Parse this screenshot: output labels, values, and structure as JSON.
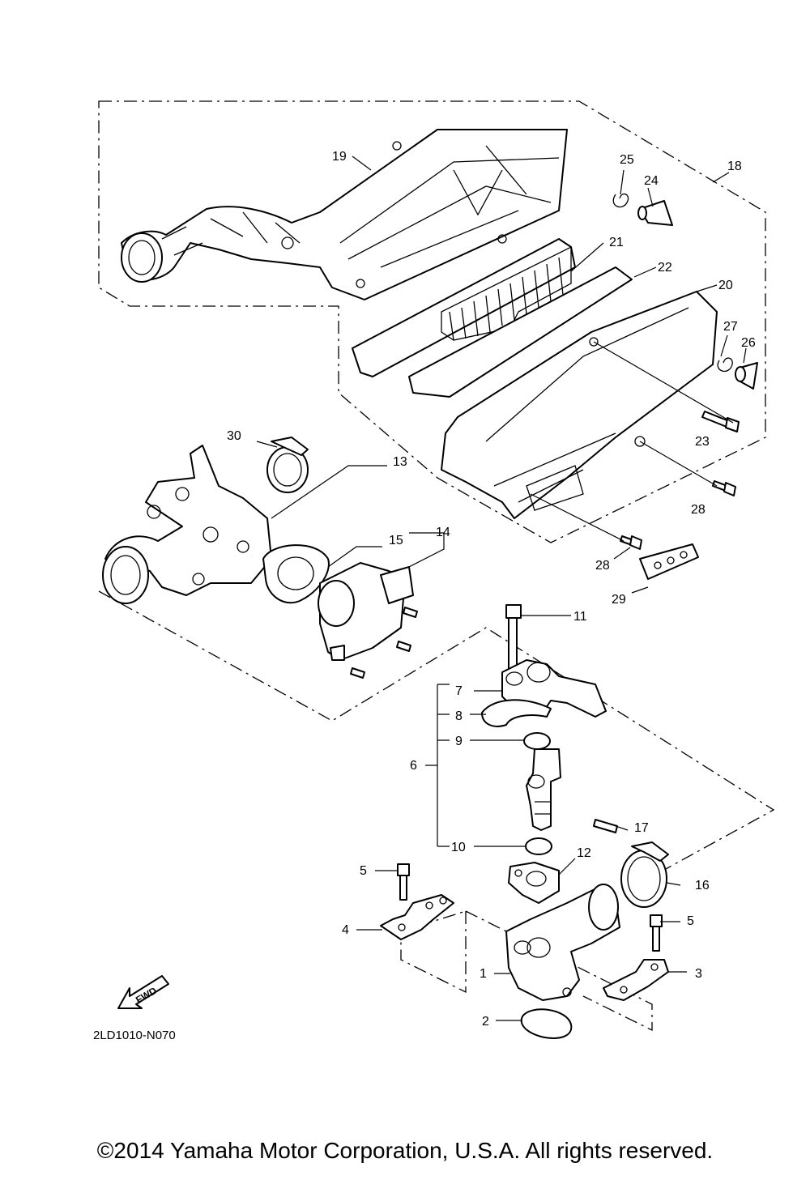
{
  "callouts": {
    "c1": "1",
    "c2": "2",
    "c3": "3",
    "c4": "4",
    "c5a": "5",
    "c5b": "5",
    "c6": "6",
    "c7": "7",
    "c8": "8",
    "c9": "9",
    "c10": "10",
    "c11": "11",
    "c12": "12",
    "c13": "13",
    "c14": "14",
    "c15": "15",
    "c16": "16",
    "c17": "17",
    "c18": "18",
    "c19": "19",
    "c20": "20",
    "c21": "21",
    "c22": "22",
    "c23": "23",
    "c24": "24",
    "c25": "25",
    "c26": "26",
    "c27": "27",
    "c28a": "28",
    "c28b": "28",
    "c29": "29",
    "c30": "30"
  },
  "fwd_label": "FWD",
  "diagram_code": "2LD1010-N070",
  "copyright": "©2014 Yamaha Motor Corporation, U.S.A. All rights reserved."
}
